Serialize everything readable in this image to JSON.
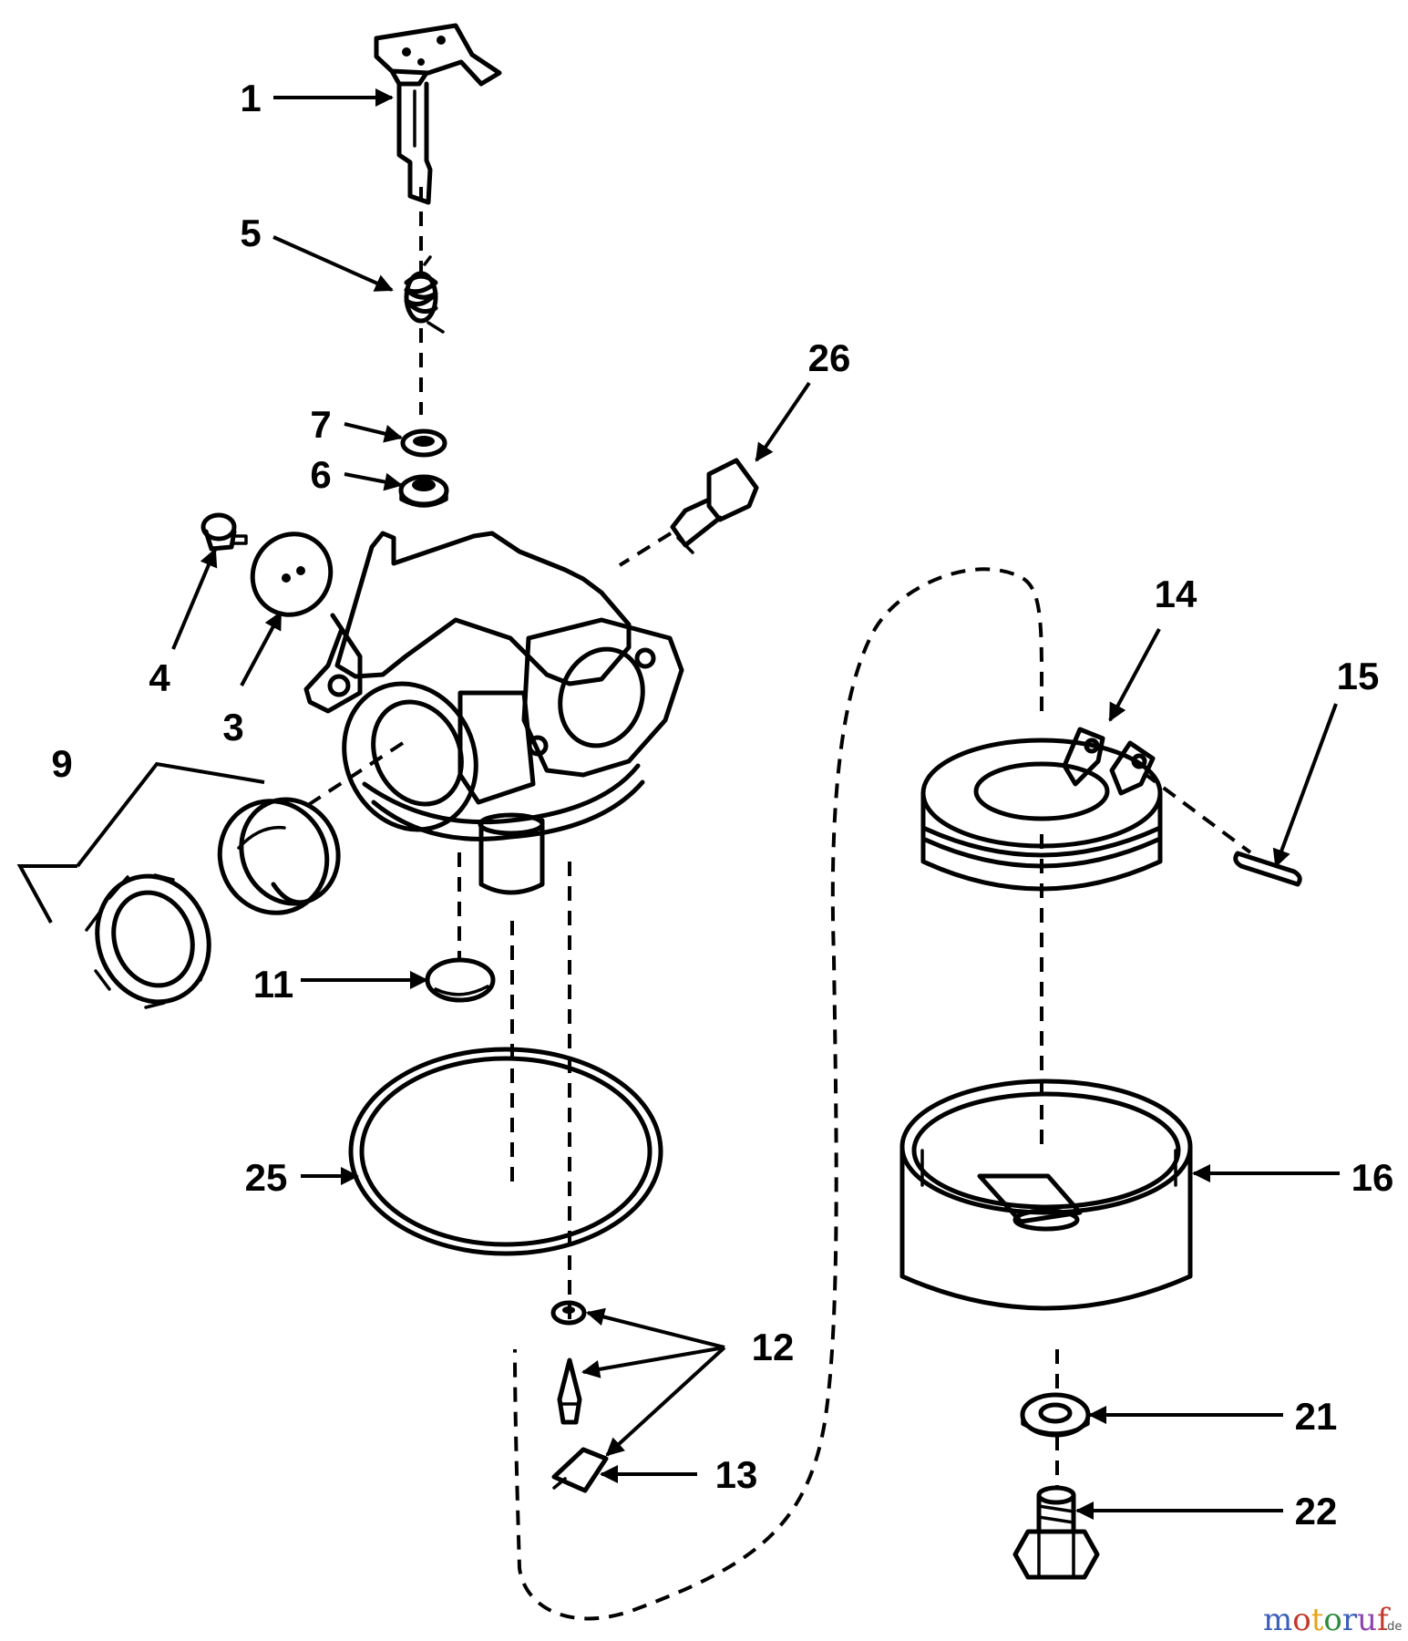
{
  "callouts": [
    {
      "id": "1"
    },
    {
      "id": "5"
    },
    {
      "id": "7"
    },
    {
      "id": "6"
    },
    {
      "id": "4"
    },
    {
      "id": "3"
    },
    {
      "id": "9"
    },
    {
      "id": "26"
    },
    {
      "id": "14"
    },
    {
      "id": "15"
    },
    {
      "id": "11"
    },
    {
      "id": "25"
    },
    {
      "id": "16"
    },
    {
      "id": "12"
    },
    {
      "id": "13"
    },
    {
      "id": "21"
    },
    {
      "id": "22"
    }
  ],
  "watermark": {
    "letters": [
      "m",
      "o",
      "t",
      "o",
      "r",
      "u",
      "f"
    ],
    "colors": [
      "#3a5fb8",
      "#c0392b",
      "#e8a317",
      "#2e8b3d",
      "#3a5fb8",
      "#8e44ad",
      "#c0392b"
    ],
    "suffix": ".de"
  }
}
